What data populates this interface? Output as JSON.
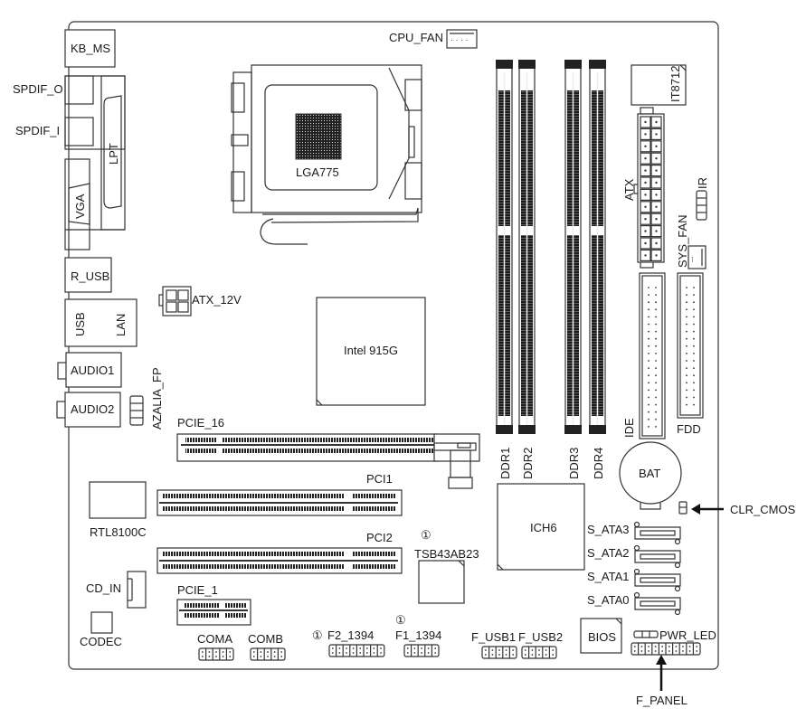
{
  "title": "Motherboard Layout",
  "components": {
    "kb_ms": "KB_MS",
    "spdif_o": "SPDIF_O",
    "spdif_i": "SPDIF_I",
    "lpt": "LPT",
    "vga": "VGA",
    "r_usb": "R_USB",
    "usb": "USB",
    "lan": "LAN",
    "audio1": "AUDIO1",
    "audio2": "AUDIO2",
    "azalia_fp": "AZALIA_FP",
    "atx_12v": "ATX_12V",
    "cpu_fan": "CPU_FAN",
    "cpu_socket": "LGA775",
    "northbridge": "Intel 915G",
    "ddr": [
      "DDR1",
      "DDR2",
      "DDR3",
      "DDR4"
    ],
    "it8712": "IT8712",
    "atx": "ATX",
    "ir": "IR",
    "sys_fan": "SYS_FAN",
    "ide": "IDE",
    "fdd": "FDD",
    "bat": "BAT",
    "clr_cmos": "CLR_CMOS",
    "pcie_16": "PCIE_16",
    "pci1": "PCI1",
    "pci2": "PCI2",
    "pcie_1": "PCIE_1",
    "rtl8100c": "RTL8100C",
    "cd_in": "CD_IN",
    "codec": "CODEC",
    "ich6": "ICH6",
    "tsb43ab23": "TSB43AB23",
    "note_marker": "①",
    "s_ata": [
      "S_ATA3",
      "S_ATA2",
      "S_ATA1",
      "S_ATA0"
    ],
    "coma": "COMA",
    "comb": "COMB",
    "f2_1394": "F2_1394",
    "f1_1394": "F1_1394",
    "f_usb1": "F_USB1",
    "f_usb2": "F_USB2",
    "bios": "BIOS",
    "pwr_led": "PWR_LED",
    "f_panel": "F_PANEL"
  }
}
